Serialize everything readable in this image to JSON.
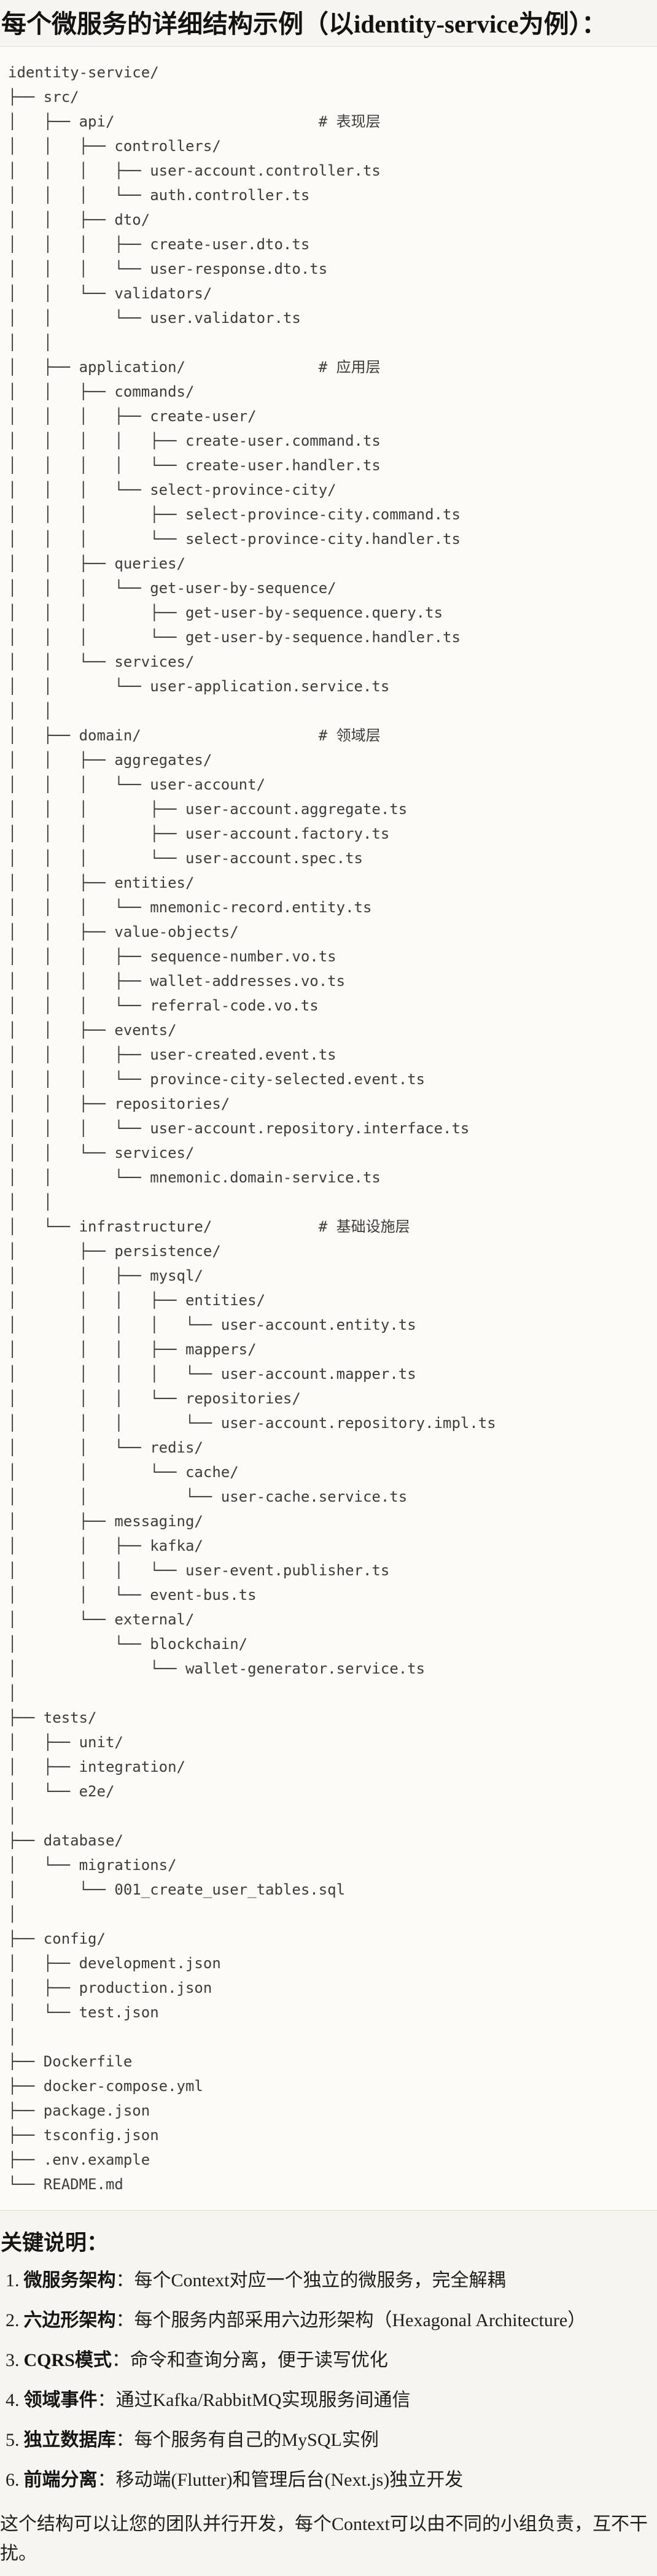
{
  "page": {
    "title": "每个微服务的详细结构示例（以identity-service为例）："
  },
  "tree": {
    "lines": [
      "identity-service/",
      "├── src/",
      "│   ├── api/                       # 表现层",
      "│   │   ├── controllers/",
      "│   │   │   ├── user-account.controller.ts",
      "│   │   │   └── auth.controller.ts",
      "│   │   ├── dto/",
      "│   │   │   ├── create-user.dto.ts",
      "│   │   │   └── user-response.dto.ts",
      "│   │   └── validators/",
      "│   │       └── user.validator.ts",
      "│   │",
      "│   ├── application/               # 应用层",
      "│   │   ├── commands/",
      "│   │   │   ├── create-user/",
      "│   │   │   │   ├── create-user.command.ts",
      "│   │   │   │   └── create-user.handler.ts",
      "│   │   │   └── select-province-city/",
      "│   │   │       ├── select-province-city.command.ts",
      "│   │   │       └── select-province-city.handler.ts",
      "│   │   ├── queries/",
      "│   │   │   └── get-user-by-sequence/",
      "│   │   │       ├── get-user-by-sequence.query.ts",
      "│   │   │       └── get-user-by-sequence.handler.ts",
      "│   │   └── services/",
      "│   │       └── user-application.service.ts",
      "│   │",
      "│   ├── domain/                    # 领域层",
      "│   │   ├── aggregates/",
      "│   │   │   └── user-account/",
      "│   │   │       ├── user-account.aggregate.ts",
      "│   │   │       ├── user-account.factory.ts",
      "│   │   │       └── user-account.spec.ts",
      "│   │   ├── entities/",
      "│   │   │   └── mnemonic-record.entity.ts",
      "│   │   ├── value-objects/",
      "│   │   │   ├── sequence-number.vo.ts",
      "│   │   │   ├── wallet-addresses.vo.ts",
      "│   │   │   └── referral-code.vo.ts",
      "│   │   ├── events/",
      "│   │   │   ├── user-created.event.ts",
      "│   │   │   └── province-city-selected.event.ts",
      "│   │   ├── repositories/",
      "│   │   │   └── user-account.repository.interface.ts",
      "│   │   └── services/",
      "│   │       └── mnemonic.domain-service.ts",
      "│   │",
      "│   └── infrastructure/            # 基础设施层",
      "│       ├── persistence/",
      "│       │   ├── mysql/",
      "│       │   │   ├── entities/",
      "│       │   │   │   └── user-account.entity.ts",
      "│       │   │   ├── mappers/",
      "│       │   │   │   └── user-account.mapper.ts",
      "│       │   │   └── repositories/",
      "│       │   │       └── user-account.repository.impl.ts",
      "│       │   └── redis/",
      "│       │       └── cache/",
      "│       │           └── user-cache.service.ts",
      "│       ├── messaging/",
      "│       │   ├── kafka/",
      "│       │   │   └── user-event.publisher.ts",
      "│       │   └── event-bus.ts",
      "│       └── external/",
      "│           └── blockchain/",
      "│               └── wallet-generator.service.ts",
      "│",
      "├── tests/",
      "│   ├── unit/",
      "│   ├── integration/",
      "│   └── e2e/",
      "│",
      "├── database/",
      "│   └── migrations/",
      "│       └── 001_create_user_tables.sql",
      "│",
      "├── config/",
      "│   ├── development.json",
      "│   ├── production.json",
      "│   └── test.json",
      "│",
      "├── Dockerfile",
      "├── docker-compose.yml",
      "├── package.json",
      "├── tsconfig.json",
      "├── .env.example",
      "└── README.md"
    ]
  },
  "notes": {
    "heading": "关键说明：",
    "items": [
      {
        "num": "1.",
        "term": "微服务架构",
        "desc": "：每个Context对应一个独立的微服务，完全解耦"
      },
      {
        "num": "2.",
        "term": "六边形架构",
        "desc": "：每个服务内部采用六边形架构（Hexagonal Architecture）"
      },
      {
        "num": "3.",
        "term": "CQRS模式",
        "desc": "：命令和查询分离，便于读写优化"
      },
      {
        "num": "4.",
        "term": "领域事件",
        "desc": "：通过Kafka/RabbitMQ实现服务间通信"
      },
      {
        "num": "5.",
        "term": "独立数据库",
        "desc": "：每个服务有自己的MySQL实例"
      },
      {
        "num": "6.",
        "term": "前端分离",
        "desc": "：移动端(Flutter)和管理后台(Next.js)独立开发"
      }
    ],
    "closing": "这个结构可以让您的团队并行开发，每个Context可以由不同的小组负责，互不干扰。"
  }
}
